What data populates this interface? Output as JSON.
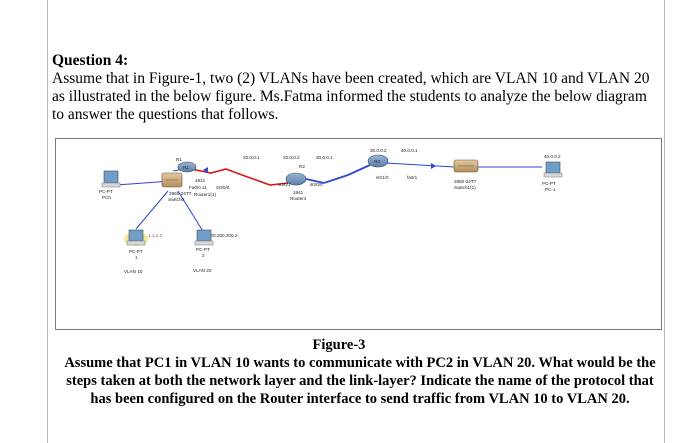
{
  "question": {
    "heading": "Question 4:",
    "text": "Assume that in Figure-1, two (2) VLANs have been created, which are VLAN 10 and VLAN 20 as illustrated in the below figure. Ms.Fatma informed the students to  analyze the below diagram to answer the questions that follows."
  },
  "diagram": {
    "ip_labels": {
      "r1_r2_left": "20.0.0.1",
      "r1_r2_right": "20.0.0.2",
      "r2_r3_left": "30.0.0.1",
      "r2_r3_right": "30.0.0.2",
      "r3_lan": "40.0.0.1",
      "pc_right": "40.0.0.2",
      "pc1_ip": "1.1.1.2",
      "pc2_ip": "200.200.200.2"
    },
    "interfaces": {
      "r1_fa": "Fa0/0.11",
      "r1_serial": "S0/0/0",
      "r2_left": "s0/0/1",
      "r2_right": "s0/0/0",
      "r3_serial": "s0/1/0",
      "r3_fa": "fa0/1"
    },
    "devices": {
      "r1_icon": "R1",
      "r1_model": "1941",
      "r1_name": "Router1(1)",
      "switch_left_model": "2960-24TT",
      "switch_left_name": "Switch0",
      "r2_icon": "R2",
      "r2_model": "1941",
      "r2_name": "Router4",
      "r3_icon": "R3",
      "switch_right_model": "2960-24TT",
      "switch_right_name": "Switch1(1)",
      "pc_left_model": "PC-PT",
      "pc_left_name": "PC0",
      "pc_right_model": "PC-PT",
      "pc_right_name": "PC-1",
      "pc1_model": "PC-PT",
      "pc1_name": "1",
      "pc2_model": "PC-PT",
      "pc2_name": "2"
    },
    "vlans": {
      "vlan10": "VLAN 10",
      "vlan20": "VLAN 20"
    }
  },
  "figure": {
    "caption": "Figure-3",
    "question": "Assume that PC1 in VLAN 10 wants to communicate with PC2 in VLAN 20. What would be the steps taken at both the network layer and the link-layer? Indicate the name of the protocol that has been configured on the Router interface to send traffic from VLAN 10 to VLAN 20."
  },
  "colors": {
    "serial_link": "#d81b1b",
    "ethernet_link": "#2a47d6",
    "router": "#6e8eb4",
    "switch": "#c9a572",
    "pc_screen": "#6e9ec9",
    "pc_body": "#d8d8d8"
  }
}
